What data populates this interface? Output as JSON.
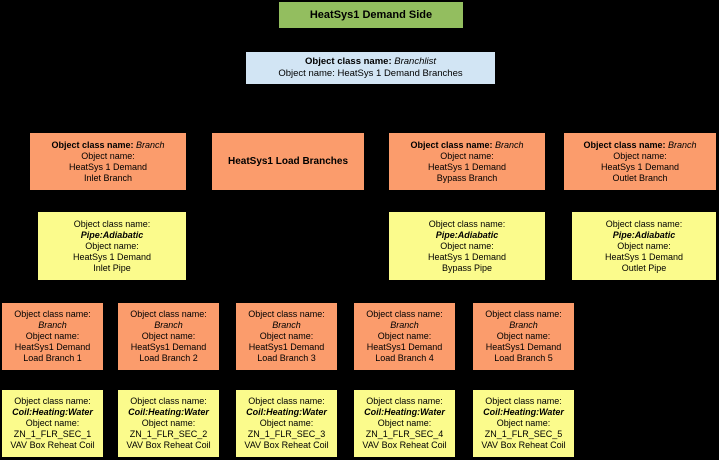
{
  "diagram": {
    "type": "hierarchy-tree",
    "background_color": "#000000",
    "palette": {
      "title_fill": "#93BE5F",
      "branchlist_fill": "#D2E5F4",
      "branch_fill": "#FB9C6C",
      "pipe_fill": "#FBFB8C",
      "text_color": "#000000"
    },
    "labels": {
      "class_prefix": "Object class name:",
      "name_prefix": "Object name:"
    },
    "title": {
      "text": "HeatSys1 Demand Side"
    },
    "branchlist": {
      "class_prefix": "Object class name:",
      "class_value": "Branchlist",
      "name_line": "Object name: HeatSys 1 Demand Branches"
    },
    "branch_row": [
      {
        "class_prefix": "Object class name:",
        "class_value": "Branch",
        "name_prefix": "Object name:",
        "name_line1": "HeatSys 1 Demand",
        "name_line2": "Inlet Branch"
      },
      {
        "plain_label": "HeatSys1 Load Branches"
      },
      {
        "class_prefix": "Object class name:",
        "class_value": "Branch",
        "name_prefix": "Object name:",
        "name_line1": "HeatSys 1 Demand",
        "name_line2": "Bypass Branch"
      },
      {
        "class_prefix": "Object class name:",
        "class_value": "Branch",
        "name_prefix": "Object name:",
        "name_line1": "HeatSys 1 Demand",
        "name_line2": "Outlet Branch"
      }
    ],
    "pipe_row": [
      {
        "class_prefix": "Object class name:",
        "class_value": "Pipe:Adiabatic",
        "name_prefix": "Object name:",
        "name_line1": "HeatSys 1 Demand",
        "name_line2": "Inlet Pipe"
      },
      {
        "class_prefix": "Object class name:",
        "class_value": "Pipe:Adiabatic",
        "name_prefix": "Object name:",
        "name_line1": "HeatSys 1 Demand",
        "name_line2": "Bypass Pipe"
      },
      {
        "class_prefix": "Object class name:",
        "class_value": "Pipe:Adiabatic",
        "name_prefix": "Object name:",
        "name_line1": "HeatSys 1 Demand",
        "name_line2": "Outlet Pipe"
      }
    ],
    "load_branch_row": [
      {
        "class_prefix": "Object class name:",
        "class_value": "Branch",
        "name_prefix": "Object name:",
        "name_line1": "HeatSys1 Demand",
        "name_line2": "Load Branch 1"
      },
      {
        "class_prefix": "Object class name:",
        "class_value": "Branch",
        "name_prefix": "Object name:",
        "name_line1": "HeatSys1 Demand",
        "name_line2": "Load Branch 2"
      },
      {
        "class_prefix": "Object class name:",
        "class_value": "Branch",
        "name_prefix": "Object name:",
        "name_line1": "HeatSys1 Demand",
        "name_line2": "Load Branch 3"
      },
      {
        "class_prefix": "Object class name:",
        "class_value": "Branch",
        "name_prefix": "Object name:",
        "name_line1": "HeatSys1 Demand",
        "name_line2": "Load Branch 4"
      },
      {
        "class_prefix": "Object class name:",
        "class_value": "Branch",
        "name_prefix": "Object name:",
        "name_line1": "HeatSys1 Demand",
        "name_line2": "Load Branch 5"
      }
    ],
    "coil_row": [
      {
        "class_prefix": "Object class name:",
        "class_value": "Coil:Heating:Water",
        "name_prefix": "Object name:",
        "name_line1": "ZN_1_FLR_SEC_1",
        "name_line2": "VAV Box Reheat Coil"
      },
      {
        "class_prefix": "Object class name:",
        "class_value": "Coil:Heating:Water",
        "name_prefix": "Object name:",
        "name_line1": "ZN_1_FLR_SEC_2",
        "name_line2": "VAV Box Reheat Coil"
      },
      {
        "class_prefix": "Object class name:",
        "class_value": "Coil:Heating:Water",
        "name_prefix": "Object name:",
        "name_line1": "ZN_1_FLR_SEC_3",
        "name_line2": "VAV Box Reheat Coil"
      },
      {
        "class_prefix": "Object class name:",
        "class_value": "Coil:Heating:Water",
        "name_prefix": "Object name:",
        "name_line1": "ZN_1_FLR_SEC_4",
        "name_line2": "VAV Box Reheat Coil"
      },
      {
        "class_prefix": "Object class name:",
        "class_value": "Coil:Heating:Water",
        "name_prefix": "Object name:",
        "name_line1": "ZN_1_FLR_SEC_5",
        "name_line2": "VAV Box Reheat Coil"
      }
    ]
  }
}
